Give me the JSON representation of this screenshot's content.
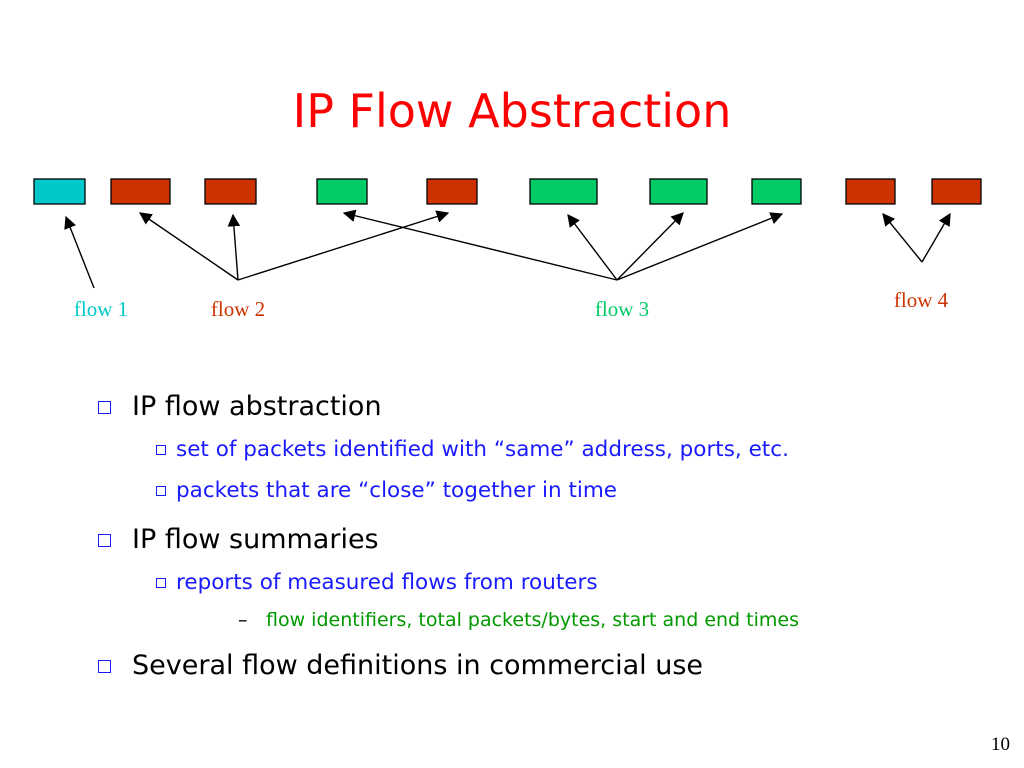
{
  "slide": {
    "title": "IP Flow Abstraction",
    "page_number": "10"
  },
  "colors": {
    "title": "#ff0000",
    "flow1": "#00c8c8",
    "flow2": "#cc3300",
    "flow3": "#00cc66",
    "flow4": "#cc3300",
    "bullet_blue": "#1a1aff",
    "green_text": "#009900"
  },
  "diagram": {
    "packets": [
      {
        "flow": 1
      },
      {
        "flow": 2
      },
      {
        "flow": 2
      },
      {
        "flow": 3
      },
      {
        "flow": 2
      },
      {
        "flow": 3
      },
      {
        "flow": 3
      },
      {
        "flow": 3
      },
      {
        "flow": 4
      },
      {
        "flow": 4
      }
    ],
    "flows": [
      {
        "id": 1,
        "label": "flow 1",
        "packet_indices": [
          0
        ]
      },
      {
        "id": 2,
        "label": "flow 2",
        "packet_indices": [
          1,
          2,
          4
        ]
      },
      {
        "id": 3,
        "label": "flow 3",
        "packet_indices": [
          3,
          5,
          6,
          7
        ]
      },
      {
        "id": 4,
        "label": "flow 4",
        "packet_indices": [
          8,
          9
        ]
      }
    ]
  },
  "bullets": [
    {
      "text": "IP flow abstraction",
      "children": [
        {
          "text": "set of packets identified with “same” address, ports, etc.",
          "children": []
        },
        {
          "text": "packets that are “close” together in time",
          "children": []
        }
      ]
    },
    {
      "text": "IP flow summaries",
      "children": [
        {
          "text": "reports of measured flows from routers",
          "children": [
            {
              "text": "flow identifiers, total packets/bytes, start and end times"
            }
          ]
        }
      ]
    },
    {
      "text": "Several flow definitions in commercial use",
      "children": []
    }
  ]
}
